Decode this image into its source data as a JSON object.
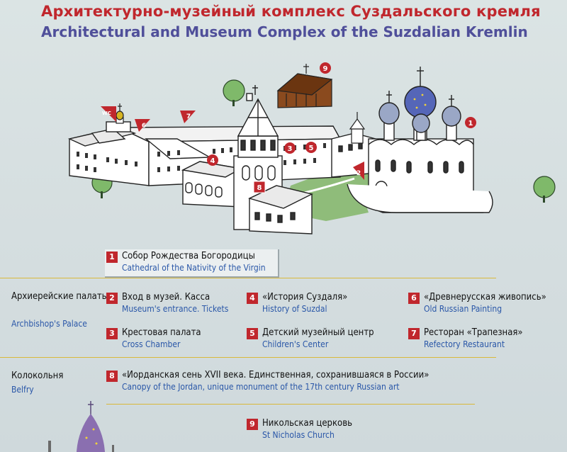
{
  "title_ru": "Архитектурно-музейный комплекс Суздальского кремля",
  "title_en": "Architectural and Museum Complex of the Suzdalian Kremlin",
  "map": {
    "wc_label": "WC",
    "markers": [
      "1",
      "2",
      "3",
      "4",
      "5",
      "6",
      "7",
      "8",
      "9"
    ]
  },
  "legend": {
    "cathedral": {
      "num": "1",
      "ru": "Собор Рождества Богородицы",
      "en": "Cathedral of the Nativity of the Virgin"
    },
    "archbishop_group": {
      "ru": "Архиерейские палаты",
      "en": "Archbishop's Palace"
    },
    "items": [
      {
        "num": "2",
        "ru": "Вход в музей. Касса",
        "en": "Museum's entrance. Tickets"
      },
      {
        "num": "4",
        "ru": "«История Суздаля»",
        "en": "History of Suzdal"
      },
      {
        "num": "6",
        "ru": "«Древнерусская живопись»",
        "en": "Old Russian Painting"
      },
      {
        "num": "3",
        "ru": "Крестовая палата",
        "en": "Cross Chamber"
      },
      {
        "num": "5",
        "ru": "Детский музейный центр",
        "en": "Children's Center"
      },
      {
        "num": "7",
        "ru": "Ресторан «Трапезная»",
        "en": "Refectory Restaurant"
      }
    ],
    "belfry_group": {
      "ru": "Колокольня",
      "en": "Belfry"
    },
    "belfry_item": {
      "num": "8",
      "ru": "«Иорданская сень XVII века. Единственная, сохранившаяся в России»",
      "en": "Canopy of the Jordan, unique monument of the 17th century Russian art"
    },
    "church_item": {
      "num": "9",
      "ru": "Никольская церковь",
      "en": "St Nicholas Church"
    }
  }
}
